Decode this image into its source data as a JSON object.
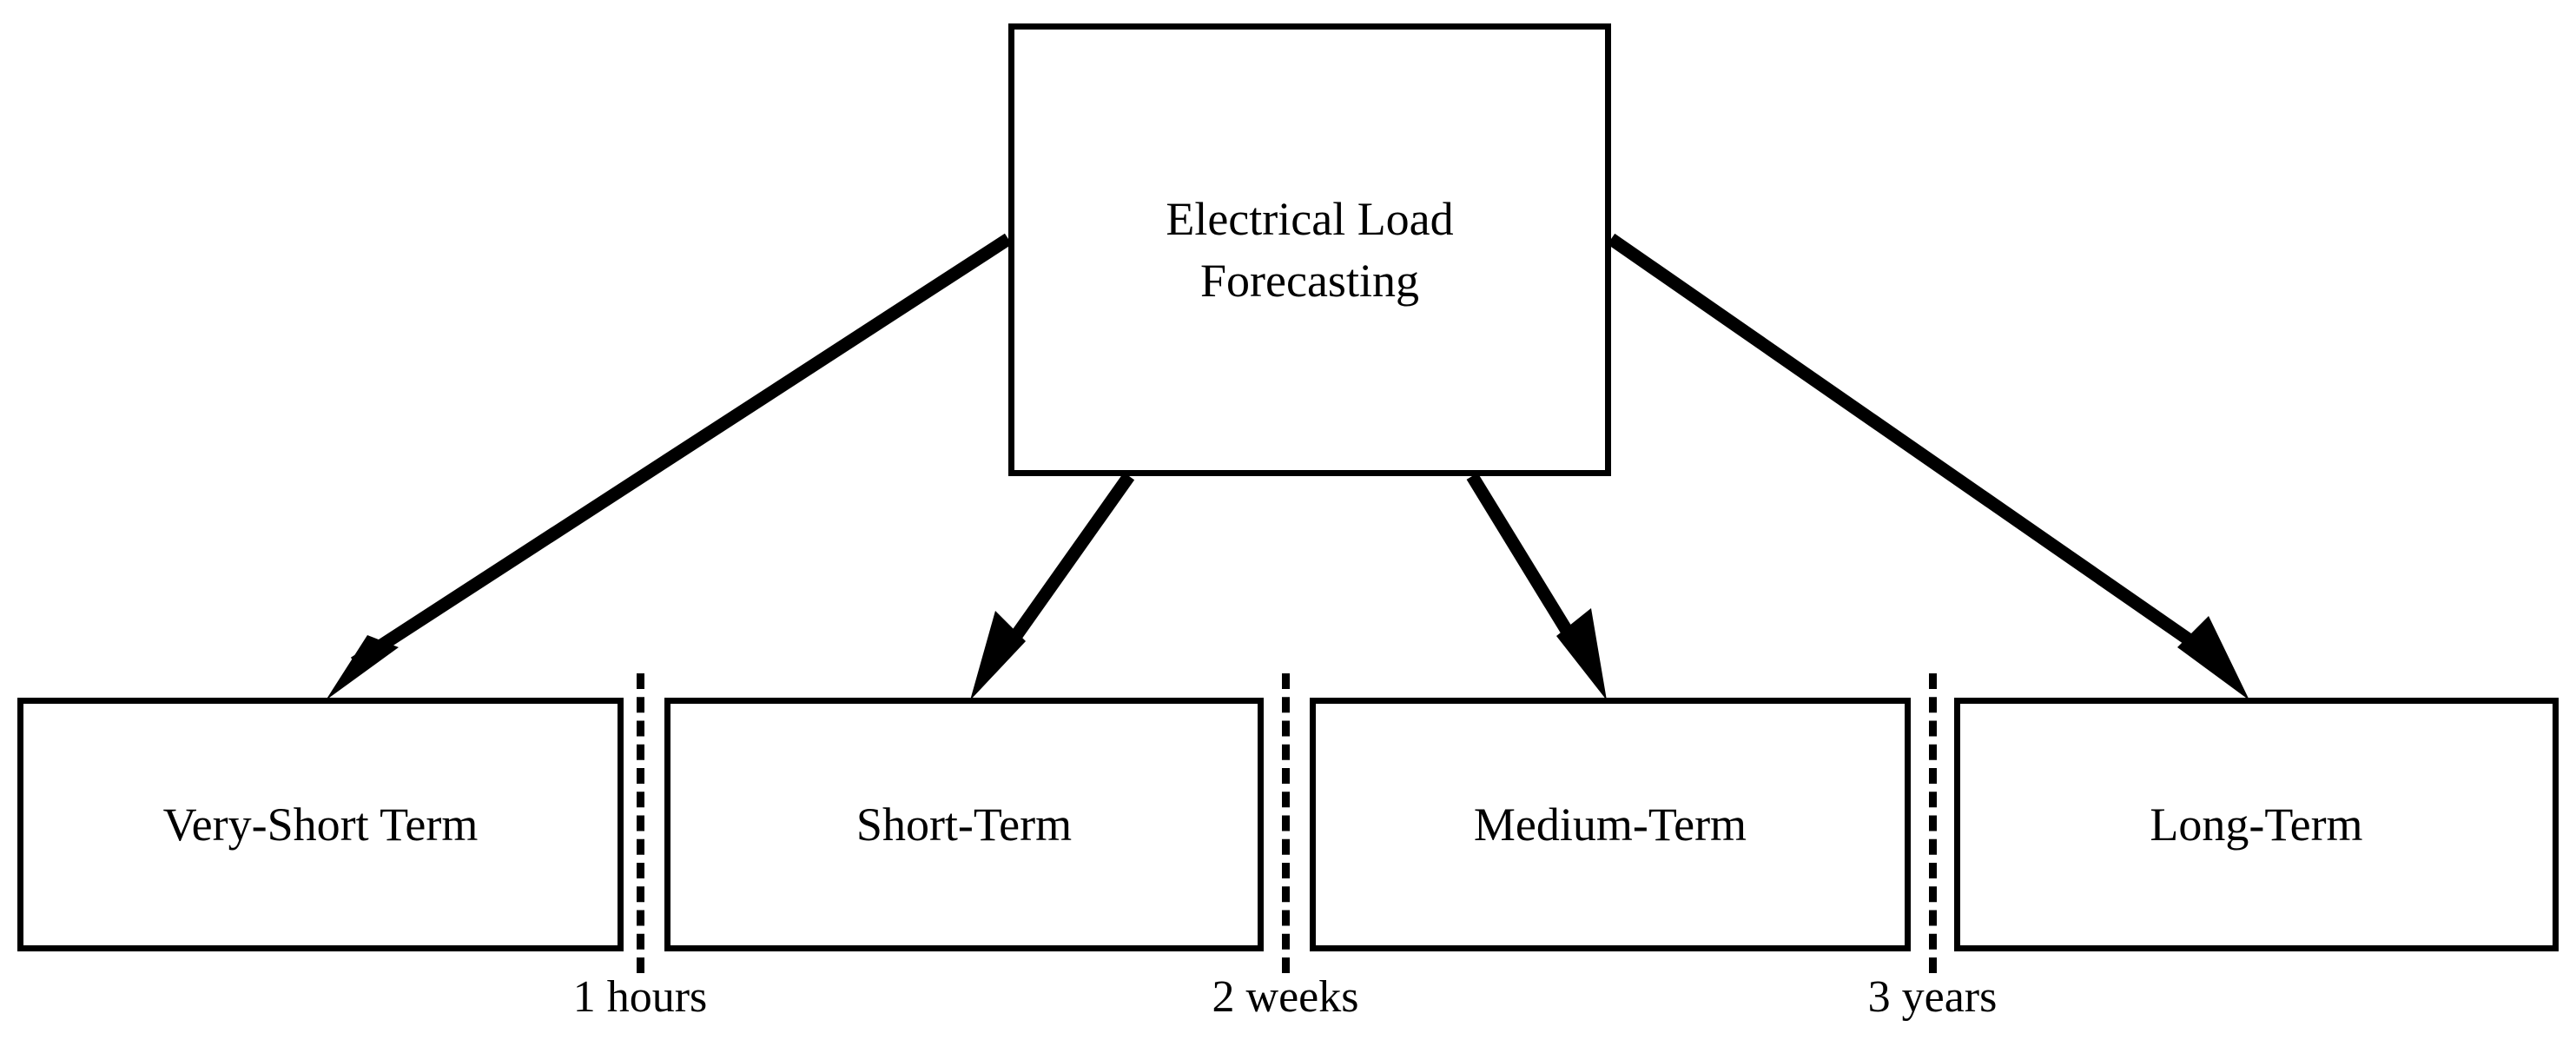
{
  "diagram": {
    "title": "Electrical Load Forecasting taxonomy by forecast horizon",
    "type": "hierarchy-tree",
    "colors": {
      "stroke": "#000000",
      "fill": "#ffffff",
      "text": "#000000"
    },
    "root": {
      "label": "Electrical Load\nForecasting"
    },
    "leaves": [
      {
        "label": "Very-Short Term"
      },
      {
        "label": "Short-Term"
      },
      {
        "label": "Medium-Term"
      },
      {
        "label": "Long-Term"
      }
    ],
    "dividers": [
      {
        "label": "1 hours"
      },
      {
        "label": "2 weeks"
      },
      {
        "label": "3 years"
      }
    ]
  }
}
